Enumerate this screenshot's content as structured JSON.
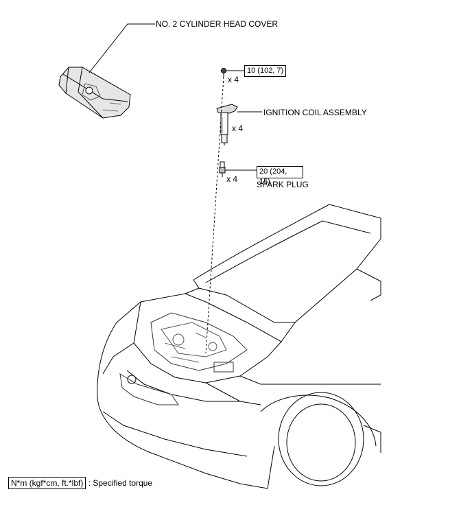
{
  "labels": {
    "cover": "NO. 2 CYLINDER HEAD COVER",
    "coil": "IGNITION  COIL ASSEMBLY",
    "plug": "SPARK PLUG"
  },
  "quantities": {
    "bolt": "x 4",
    "coil": "x 4",
    "plug": "x 4"
  },
  "torque": {
    "bolt": "10 (102, 7)",
    "plug_line1": "20 (204,",
    "plug_line2": "15)"
  },
  "legend": {
    "unit_box": "N*m (kgf*cm, ft.*lbf)",
    "description": ": Specified torque"
  }
}
